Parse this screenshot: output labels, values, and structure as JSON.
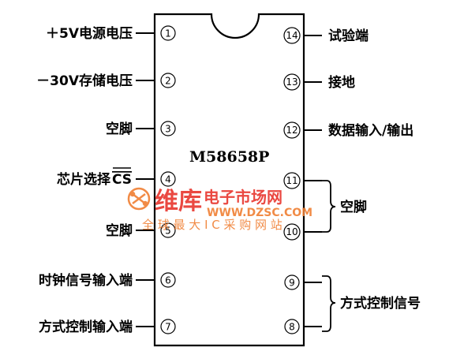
{
  "chip": {
    "name": "M58658P",
    "left_pins": [
      {
        "number": "①",
        "label": "＋5V电源电压"
      },
      {
        "number": "②",
        "label": "－30V存储电压"
      },
      {
        "number": "③",
        "label": "空脚"
      },
      {
        "number": "④",
        "label_main": "芯片选择",
        "label_bar": "CS"
      },
      {
        "number": "⑤",
        "label": "空脚"
      },
      {
        "number": "⑥",
        "label": "时钟信号输入端"
      },
      {
        "number": "⑦",
        "label": "方式控制输入端"
      }
    ],
    "right_pins": [
      {
        "number": "⑭",
        "label": "试验端"
      },
      {
        "number": "⑬",
        "label": "接地"
      },
      {
        "number": "⑫",
        "label": "数据输入/输出"
      },
      {
        "number": "⑪"
      },
      {
        "number": "⑩"
      },
      {
        "number": "⑨"
      },
      {
        "number": "⑧"
      }
    ],
    "group_labels": {
      "pins_11_10": "空脚",
      "pins_9_8": "方式控制信号"
    }
  },
  "watermark": {
    "brand": "维库",
    "slogan": "电子市场网",
    "url": "WWW.DZSC.COM",
    "tagline": "全 球 最 大 I C 采 购 网 站",
    "colors": {
      "red": "#e8352d",
      "orange": "#f07f33"
    }
  }
}
